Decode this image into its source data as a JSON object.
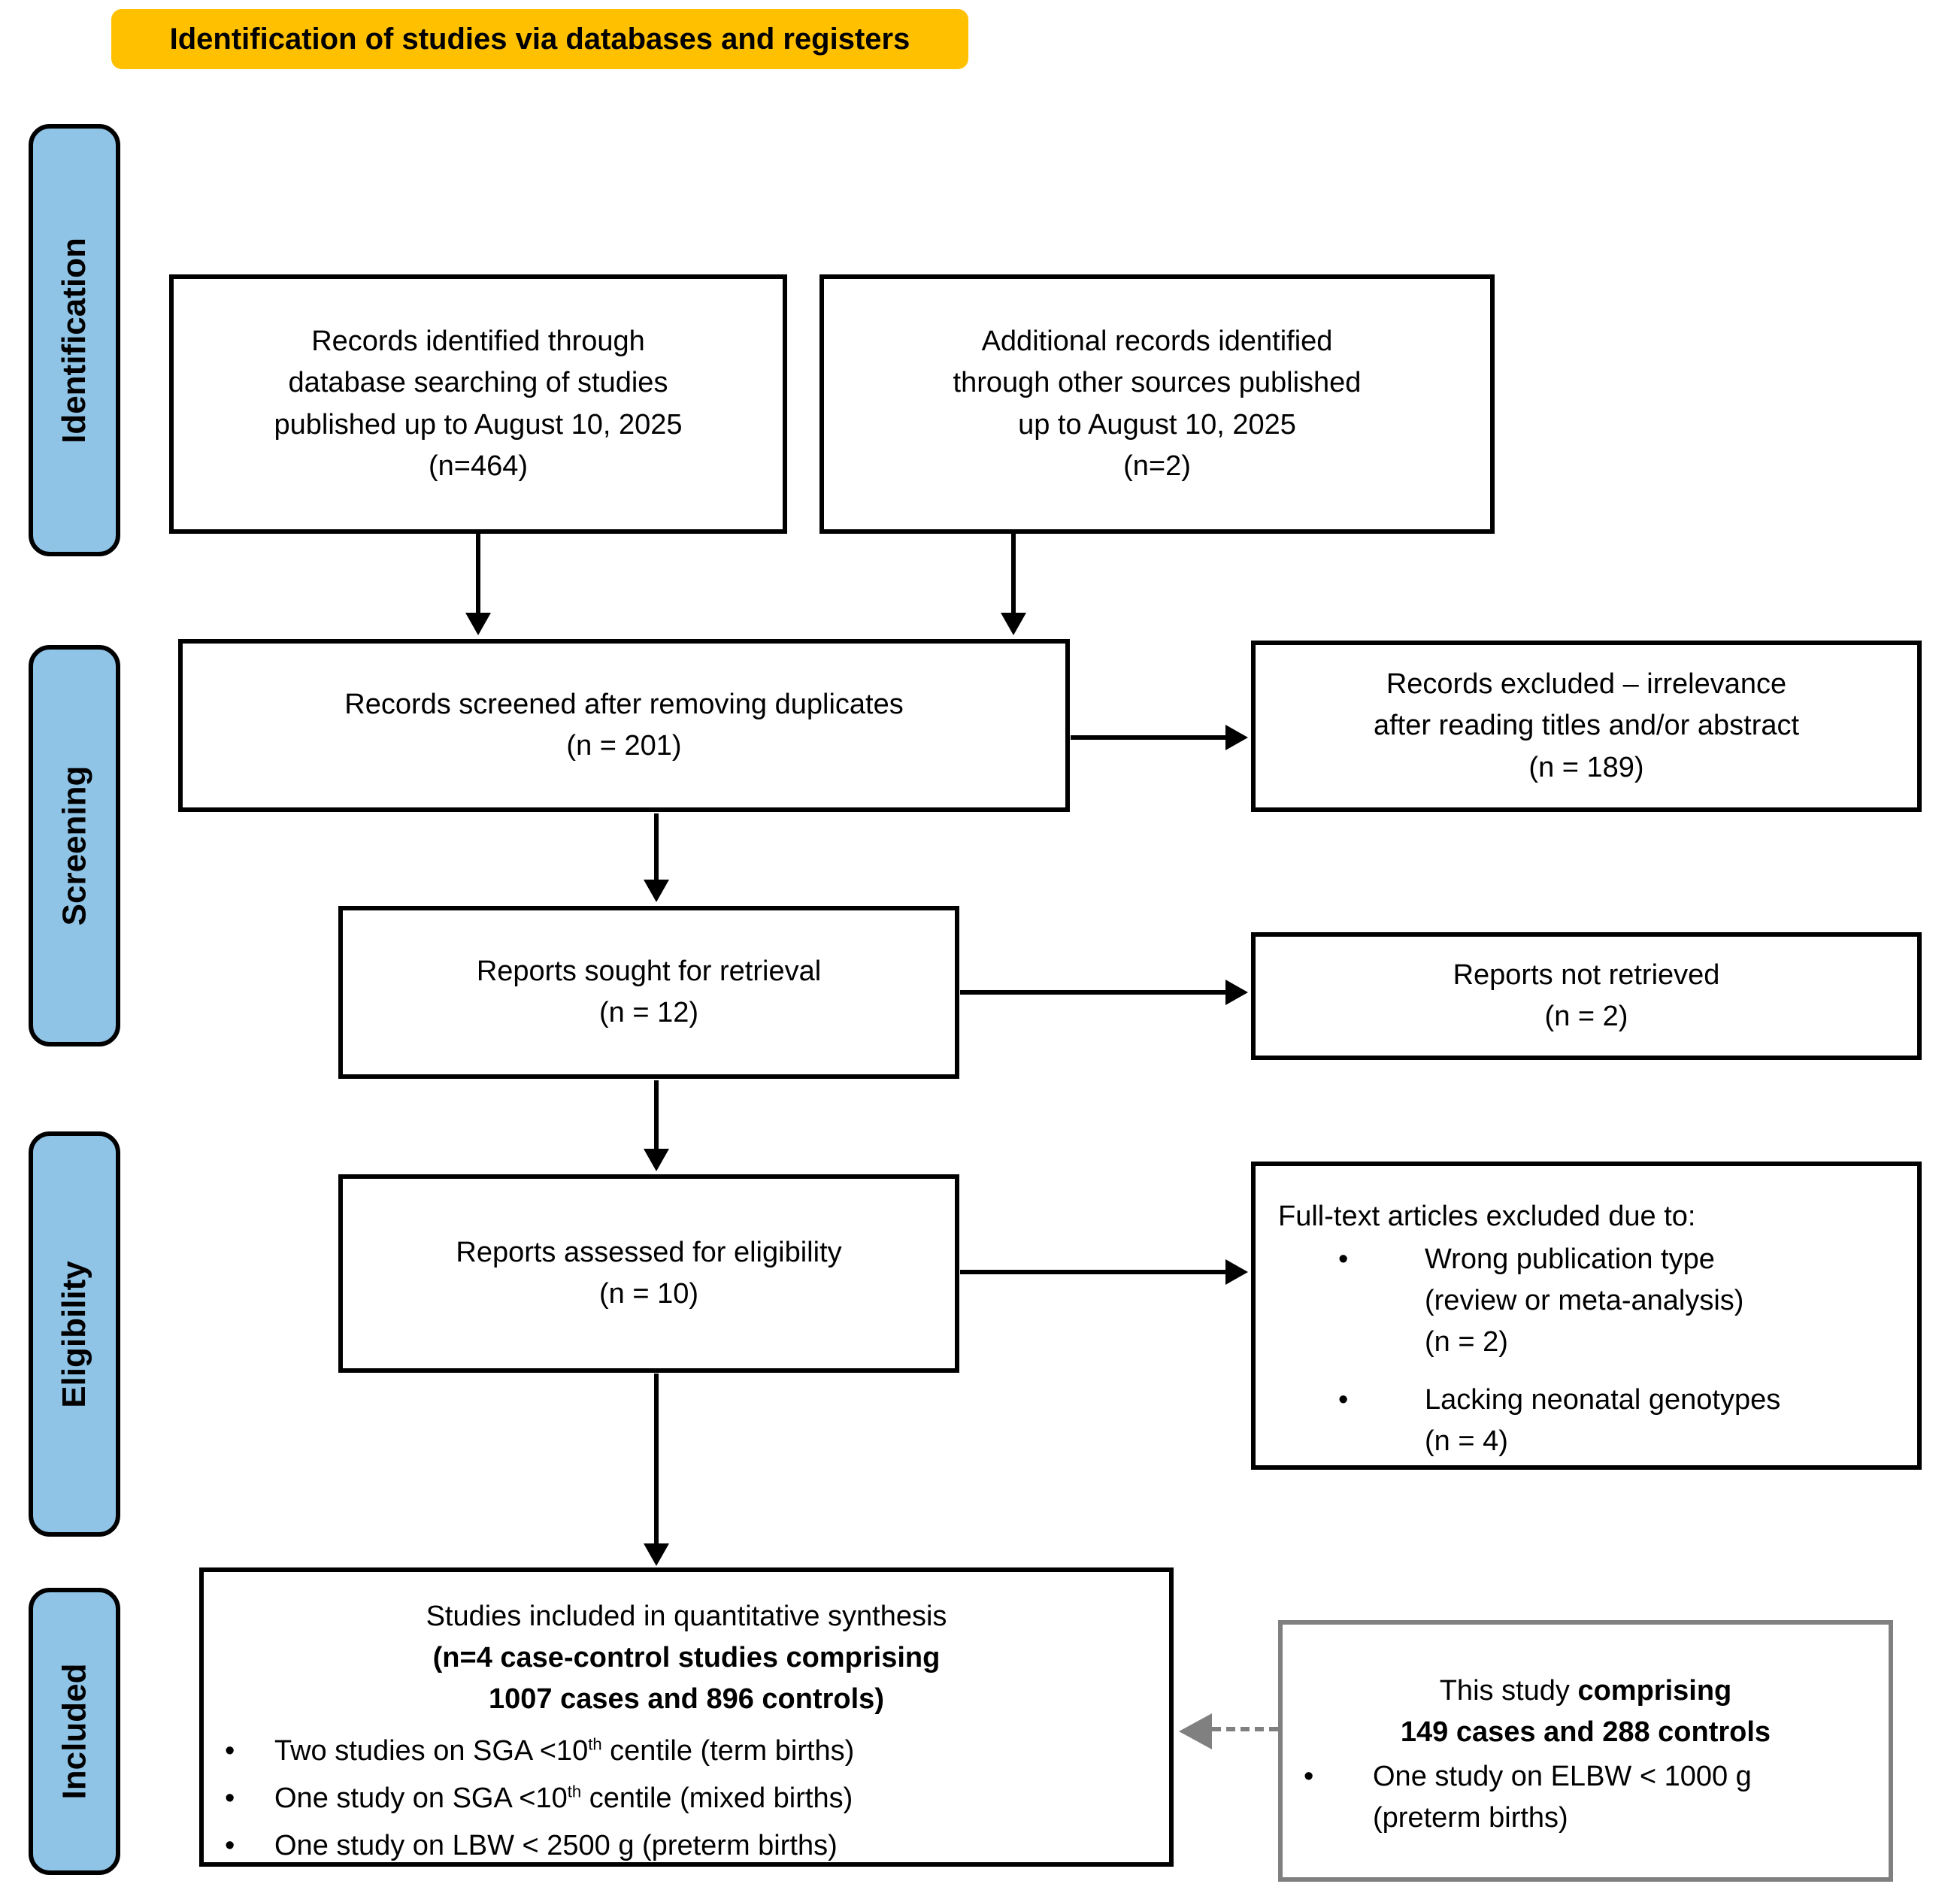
{
  "title": "Identification of studies via databases and registers",
  "stages": {
    "identification": "Identification",
    "screening": "Screening",
    "eligibility": "Eligibility",
    "included": "Included"
  },
  "colors": {
    "header_bg": "#FFC000",
    "stage_bg": "#8FC4E7",
    "box_border": "#000000",
    "gray_border": "#808080",
    "gray_arrow": "#808080"
  },
  "boxes": {
    "records_identified": {
      "lines": [
        "Records identified through",
        "database searching of studies",
        "published up to August 10, 2025",
        "(n=464)"
      ]
    },
    "additional_records": {
      "lines": [
        "Additional records identified",
        "through other sources published",
        "up to August 10, 2025",
        "(n=2)"
      ]
    },
    "records_screened": {
      "lines": [
        "Records screened after removing duplicates",
        "(n = 201)"
      ]
    },
    "records_excluded": {
      "lines": [
        "Records excluded – irrelevance",
        "after reading titles and/or abstract",
        "(n = 189)"
      ]
    },
    "reports_sought": {
      "lines": [
        "Reports sought for retrieval",
        "(n = 12)"
      ]
    },
    "reports_not_retrieved": {
      "lines": [
        "Reports not retrieved",
        "(n = 2)"
      ]
    },
    "reports_assessed": {
      "lines": [
        "Reports assessed for eligibility",
        "(n = 10)"
      ]
    },
    "fulltext_excluded": {
      "title": "Full-text articles excluded due to:",
      "bullet_marker": "•",
      "bullets": [
        {
          "lines": [
            "Wrong publication type",
            "(review or meta-analysis)",
            "(n = 2)"
          ]
        },
        {
          "lines": [
            "Lacking neonatal genotypes",
            "(n = 4)"
          ]
        }
      ]
    },
    "studies_included": {
      "line1": "Studies included in quantitative synthesis",
      "line2": "(n=4 case-control studies comprising",
      "line3": "1007 cases and 896 controls)",
      "bullet_marker": "•",
      "bullets": [
        {
          "pre": "Two studies on SGA <10",
          "sup": "th",
          "post": " centile (term births)"
        },
        {
          "pre": "One study on SGA <10",
          "sup": "th",
          "post": " centile (mixed births)"
        },
        {
          "pre": "One study on LBW < 2500 g (preterm births)",
          "sup": "",
          "post": ""
        }
      ]
    },
    "this_study": {
      "line1_pre": "This study ",
      "line1_bold": "comprising",
      "line2": "149 cases and 288 controls",
      "bullet_marker": "•",
      "bullet": {
        "lines": [
          "One study on ELBW < 1000 g",
          "(preterm births)"
        ]
      }
    }
  }
}
